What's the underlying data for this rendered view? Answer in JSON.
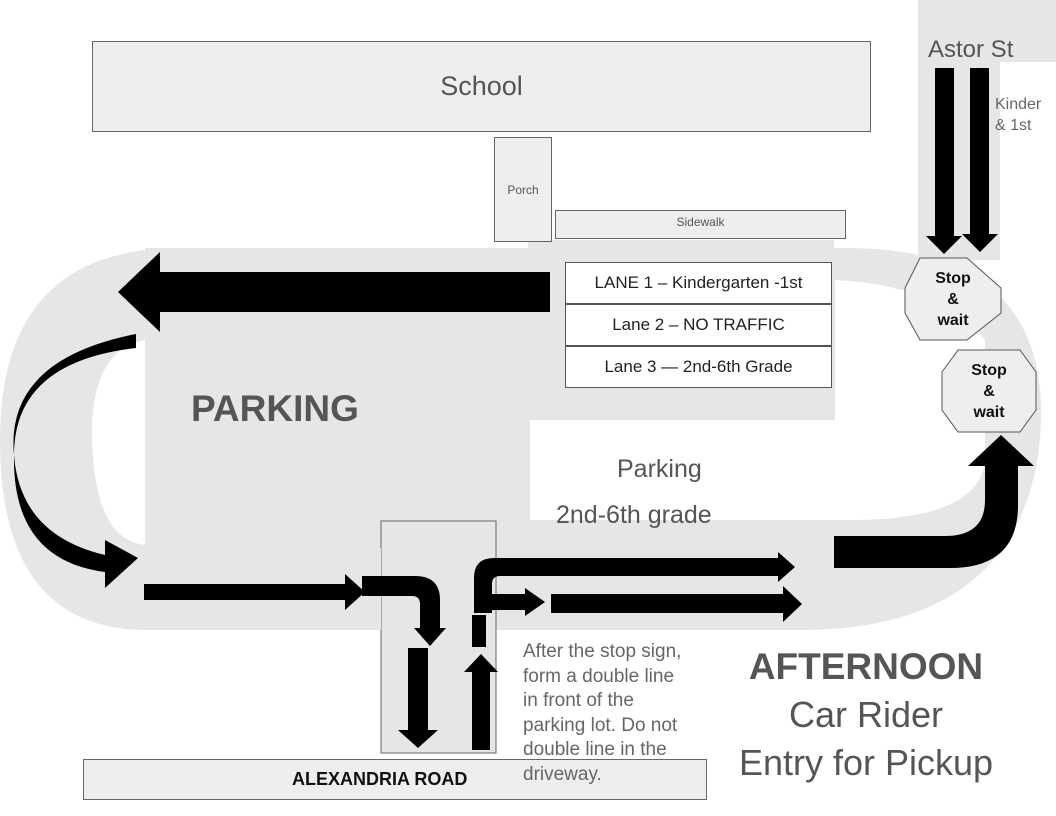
{
  "school": {
    "label": "School"
  },
  "porch": {
    "label": "Porch"
  },
  "sidewalk": {
    "label": "Sidewalk"
  },
  "street": {
    "name": "Astor St",
    "lane_note_line1": "Kinder",
    "lane_note_line2": "& 1st"
  },
  "lanes": [
    {
      "label": "LANE 1 – Kindergarten -1st"
    },
    {
      "label": "Lane 2 – NO TRAFFIC"
    },
    {
      "label": "Lane 3 — 2nd-6th Grade"
    }
  ],
  "stop_signs": [
    {
      "line1": "Stop",
      "line2": "&",
      "line3": "wait"
    },
    {
      "line1": "Stop",
      "line2": "&",
      "line3": "wait"
    }
  ],
  "parking_main": {
    "label": "PARKING"
  },
  "parking_secondary": {
    "line1": "Parking",
    "line2": "2nd-6th grade"
  },
  "road": {
    "label": "ALEXANDRIA ROAD"
  },
  "instructions": {
    "lines": [
      "After the stop sign,",
      "form a double line",
      "in front of the",
      "parking lot. Do not",
      "double line in the",
      "driveway."
    ]
  },
  "heading": {
    "line1": "AFTERNOON",
    "line2": "Car Rider",
    "line3": "Entry for Pickup"
  },
  "colors": {
    "area": "#e6e6e6",
    "box": "#eeeeee",
    "arrow": "#000000",
    "text": "#555555"
  }
}
